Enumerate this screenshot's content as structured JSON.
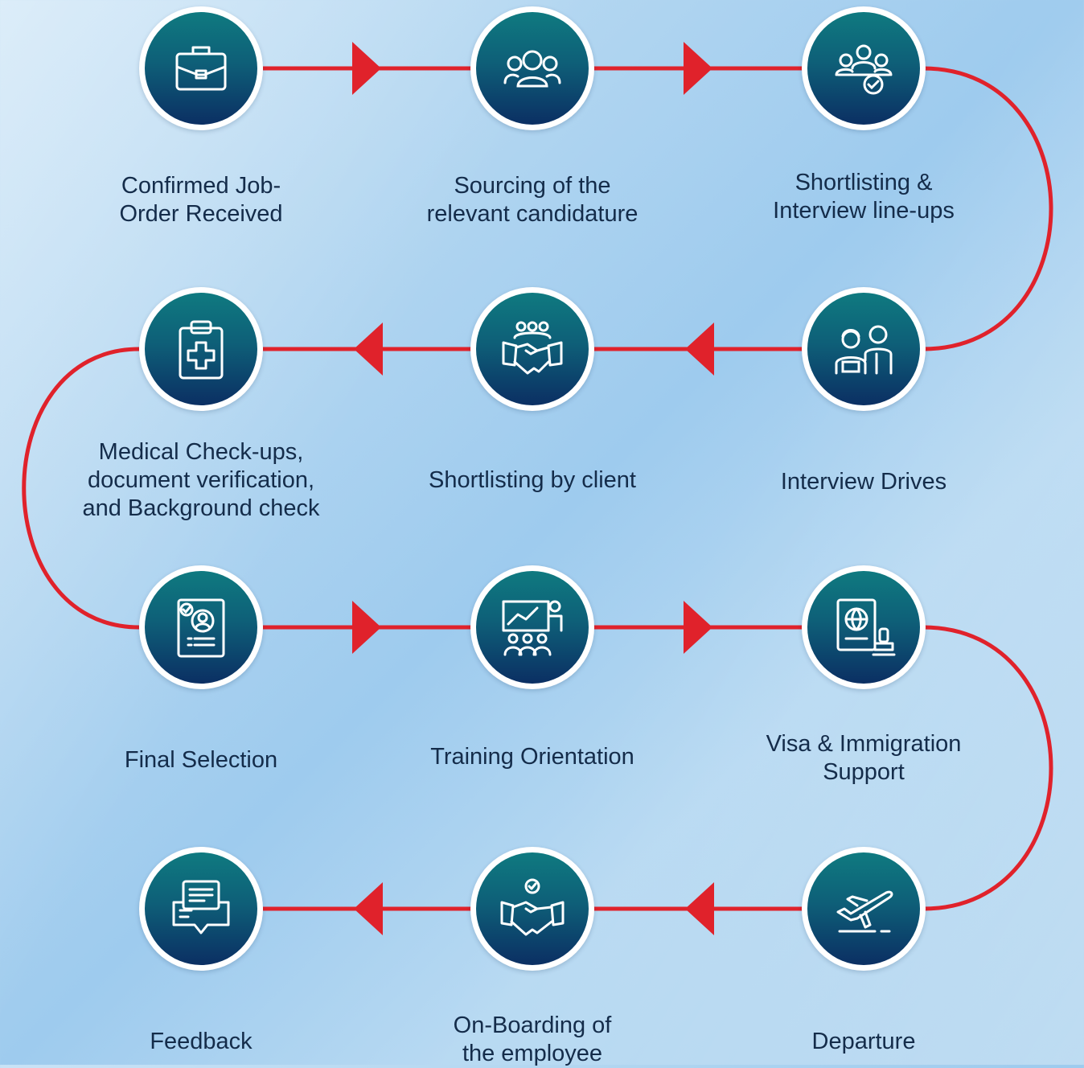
{
  "steps": [
    {
      "label": "Confirmed Job-Order Received",
      "line1": "Confirmed Job-",
      "line2": "Order Received",
      "icon": "briefcase-icon"
    },
    {
      "label": "Sourcing of the relevant candidature",
      "line1": "Sourcing of the",
      "line2": "relevant candidature",
      "icon": "group-icon"
    },
    {
      "label": "Shortlisting & Interview line-ups",
      "line1": "Shortlisting &",
      "line2": "Interview line-ups",
      "icon": "team-check-icon"
    },
    {
      "label": "Interview Drives",
      "line1": "Interview Drives",
      "icon": "interview-icon"
    },
    {
      "label": "Shortlisting by client",
      "line1": "Shortlisting by client",
      "icon": "team-handshake-icon"
    },
    {
      "label": "Medical Check-ups, document verification, and Background check",
      "line1": "Medical Check-ups,",
      "line2": "document verification,",
      "line3": "and Background check",
      "icon": "medical-clipboard-icon"
    },
    {
      "label": "Final Selection",
      "line1": "Final Selection",
      "icon": "profile-document-icon"
    },
    {
      "label": "Training Orientation",
      "line1": "Training Orientation",
      "icon": "presentation-icon"
    },
    {
      "label": "Visa & Immigration Support",
      "line1": "Visa & Immigration",
      "line2": "Support",
      "icon": "passport-stamp-icon"
    },
    {
      "label": "Departure",
      "line1": "Departure",
      "icon": "airplane-icon"
    },
    {
      "label": "On-Boarding of the employee",
      "line1": "On-Boarding of",
      "line2": "the employee",
      "icon": "handshake-check-icon"
    },
    {
      "label": "Feedback",
      "line1": "Feedback",
      "icon": "chat-bubbles-icon"
    }
  ],
  "colors": {
    "connector": "#e0222b",
    "node_top": "#0f7a80",
    "node_bottom": "#0b2f63",
    "text": "#142c4a"
  }
}
